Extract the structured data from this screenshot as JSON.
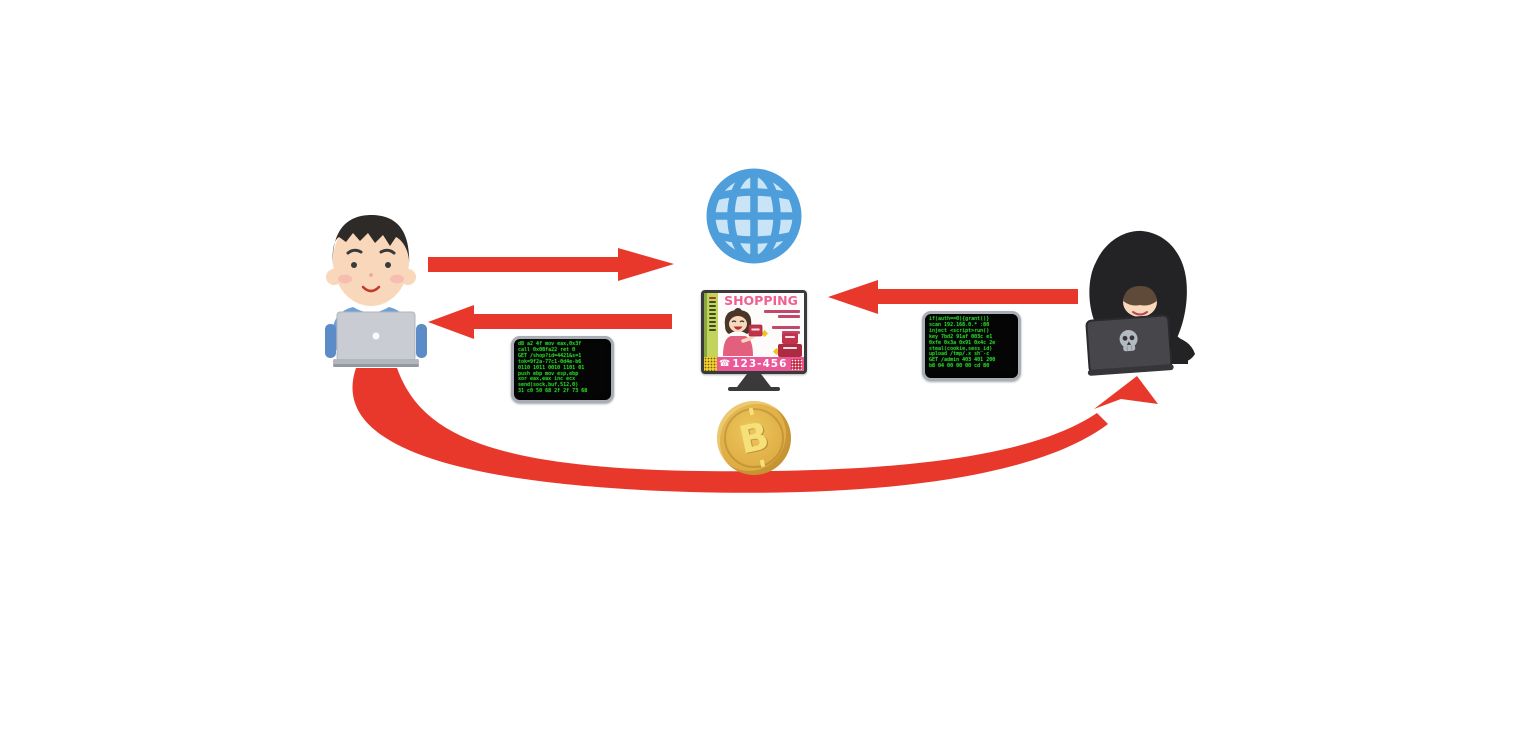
{
  "monitor": {
    "title": "SHOPPING",
    "phone_icon": "☎",
    "phone_number": "123-456"
  },
  "coin": {
    "symbol": "B"
  },
  "code_screens": {
    "left": "d8 a2 4f mov eax,0x3f\ncall 0x08fa22 ret 0\nGET /shop?id=4421&s=1\ntok=9f2a-77c1-0d4e-b6\n0110 1011 0010 1101 01\npush ebp mov esp,ebp\nxor eax,eax inc ecx\nsend(sock,buf,512,0)\n31 c0 50 68 2f 2f 73 68",
    "right": "if(auth==0){grant()}\nscan 192.168.0.* :80\ninject <script>run()\nkey 7bd2 91af 003c e1\n0xfe 0x3a 0x91 0x4c 2e\nsteal(cookie,sess_id)\nupload /tmp/.x sh -c\nGET /admin 403 401 200\nb8 04 00 00 00 cd 80"
  },
  "colors": {
    "arrow": "#e8382c",
    "globe_stroke": "#4d9edb",
    "globe_fill": "#c9e4f7",
    "code_green": "#2ee82e",
    "crt_frame": "#a9aeb6",
    "monitor_frame": "#3a3a3a",
    "sidebar_green_light": "#c2d45e",
    "sidebar_green_dark": "#8aa83f",
    "shop_pink": "#ef5f94",
    "bar_pink": "#ea5898",
    "coin_gold": "#dfae45",
    "coin_symbol": "#f6e07a",
    "shirt_blue": "#6f9fd8",
    "laptop_gray": "#c9ccd3",
    "hood_black": "#232326",
    "skin": "#f9d7ba",
    "hair": "#2e2a28",
    "box_red": "#c1334a"
  }
}
